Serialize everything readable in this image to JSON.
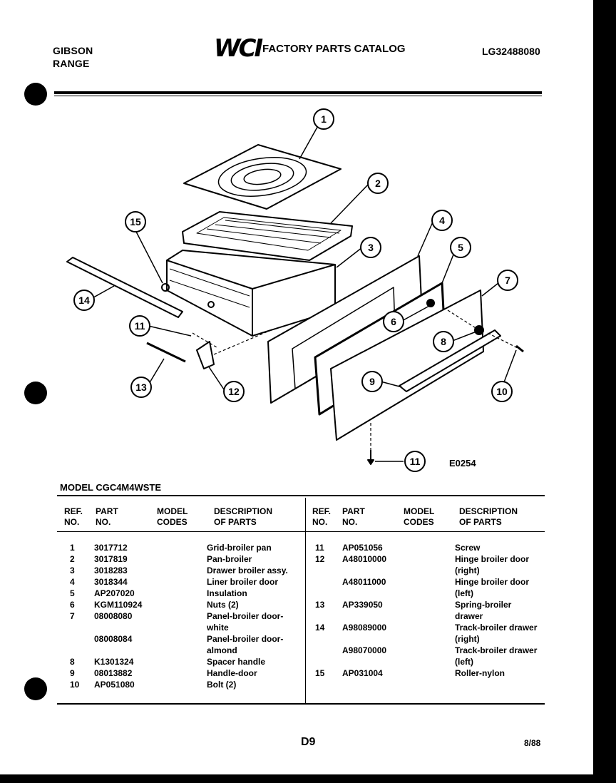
{
  "header": {
    "brand_line1": "GIBSON",
    "brand_line2": "RANGE",
    "logo": "WCI",
    "catalog_title": "FACTORY PARTS CATALOG",
    "publication_number": "LG32488080"
  },
  "diagram": {
    "callouts": [
      "1",
      "2",
      "3",
      "4",
      "5",
      "6",
      "7",
      "8",
      "9",
      "10",
      "11",
      "12",
      "13",
      "14",
      "15",
      "11"
    ],
    "drawing_code": "E0254"
  },
  "model_line": "MODEL CGC4M4WSTE",
  "columns": {
    "ref_no": "REF.\nNO.",
    "part_no": "PART\nNO.",
    "model_codes": "MODEL\nCODES",
    "description": "DESCRIPTION\nOF PARTS"
  },
  "parts_left": [
    {
      "ref": "1",
      "part": "3017712",
      "desc": "Grid-broiler pan"
    },
    {
      "ref": "2",
      "part": "3017819",
      "desc": "Pan-broiler"
    },
    {
      "ref": "3",
      "part": "3018283",
      "desc": "Drawer broiler assy."
    },
    {
      "ref": "4",
      "part": "3018344",
      "desc": "Liner broiler door"
    },
    {
      "ref": "5",
      "part": "AP207020",
      "desc": "Insulation"
    },
    {
      "ref": "6",
      "part": "KGM110924",
      "desc": "Nuts (2)"
    },
    {
      "ref": "7",
      "part": "08008080",
      "desc": "Panel-broiler door-"
    },
    {
      "ref": "",
      "part": "",
      "desc": "white"
    },
    {
      "ref": "",
      "part": "08008084",
      "desc": "Panel-broiler door-"
    },
    {
      "ref": "",
      "part": "",
      "desc": "almond"
    },
    {
      "ref": "8",
      "part": "K1301324",
      "desc": "Spacer handle"
    },
    {
      "ref": "9",
      "part": "08013882",
      "desc": "Handle-door"
    },
    {
      "ref": "10",
      "part": "AP051080",
      "desc": "Bolt (2)"
    }
  ],
  "parts_right": [
    {
      "ref": "11",
      "part": "AP051056",
      "desc": "Screw"
    },
    {
      "ref": "12",
      "part": "A48010000",
      "desc": "Hinge broiler door"
    },
    {
      "ref": "",
      "part": "",
      "desc": "(right)"
    },
    {
      "ref": "",
      "part": "A48011000",
      "desc": "Hinge broiler door"
    },
    {
      "ref": "",
      "part": "",
      "desc": "(left)"
    },
    {
      "ref": "13",
      "part": "AP339050",
      "desc": "Spring-broiler"
    },
    {
      "ref": "",
      "part": "",
      "desc": "drawer"
    },
    {
      "ref": "14",
      "part": "A98089000",
      "desc": "Track-broiler drawer"
    },
    {
      "ref": "",
      "part": "",
      "desc": "(right)"
    },
    {
      "ref": "",
      "part": "A98070000",
      "desc": "Track-broiler drawer"
    },
    {
      "ref": "",
      "part": "",
      "desc": "(left)"
    },
    {
      "ref": "15",
      "part": "AP031004",
      "desc": "Roller-nylon"
    }
  ],
  "footer": {
    "page_code": "D9",
    "date_code": "8/88"
  }
}
